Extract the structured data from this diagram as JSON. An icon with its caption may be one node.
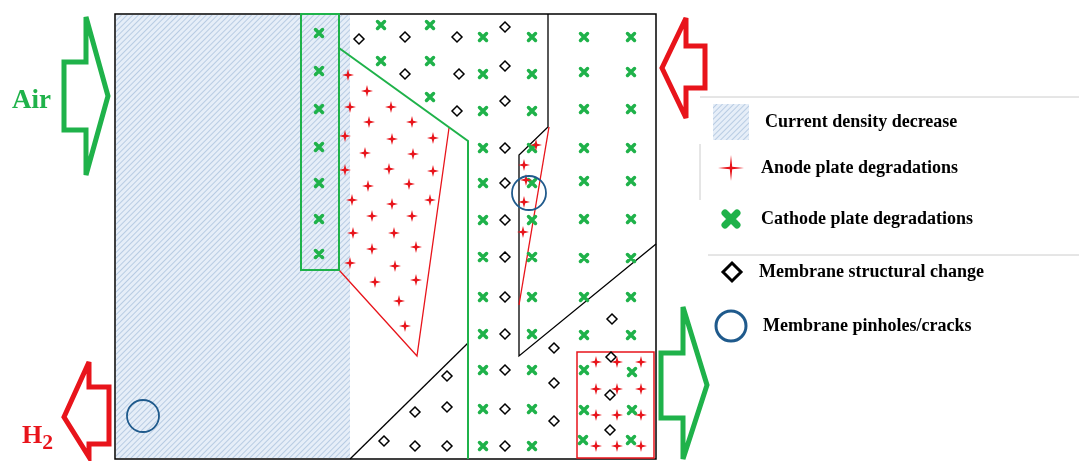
{
  "diagram": {
    "labels": [
      "Air",
      "H$_{2}$"
    ],
    "legend": [
      {
        "text": "Current density decrease"
      },
      {
        "text": "Anode plate degradations"
      },
      {
        "text": "Cathode plate degradations"
      },
      {
        "text": "Membrane structural change"
      },
      {
        "text": "Membrane pinholes/cracks"
      }
    ]
  }
}
